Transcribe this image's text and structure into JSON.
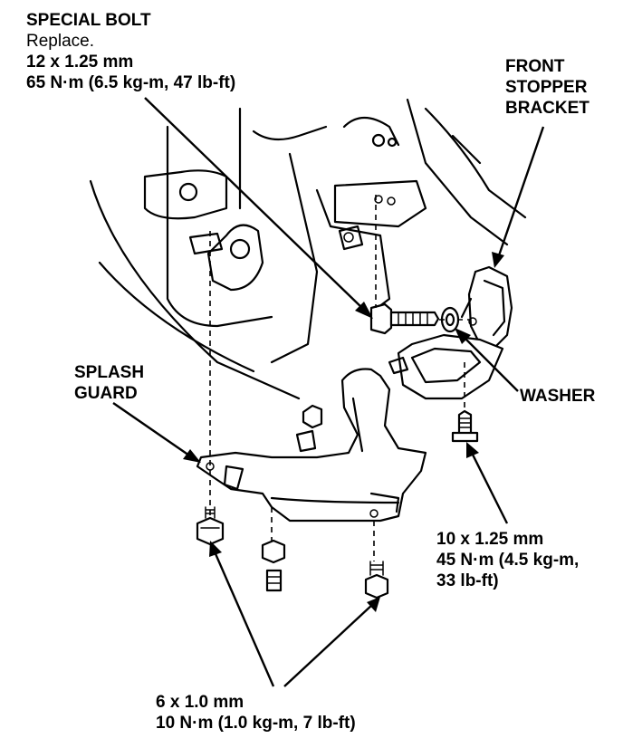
{
  "special_bolt": {
    "name": "SPECIAL BOLT",
    "note": "Replace.",
    "size": "12 x 1.25 mm",
    "torque": "65 N·m (6.5 kg-m, 47 lb-ft)"
  },
  "front_stopper_bracket": {
    "line1": "FRONT",
    "line2": "STOPPER",
    "line3": "BRACKET"
  },
  "splash_guard": {
    "line1": "SPLASH",
    "line2": "GUARD"
  },
  "washer": {
    "label": "WASHER"
  },
  "bracket_bolt": {
    "size": "10 x 1.25 mm",
    "torque_line1": "45 N·m (4.5 kg-m,",
    "torque_line2": "33 lb-ft)"
  },
  "guard_bolts": {
    "size": "6 x 1.0 mm",
    "torque": "10 N·m (1.0 kg-m, 7 lb-ft)"
  }
}
